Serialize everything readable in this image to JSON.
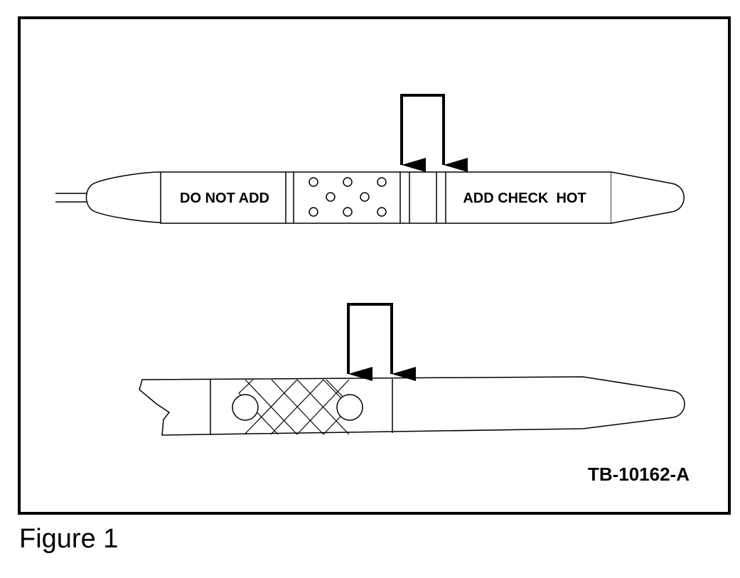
{
  "diagram": {
    "dipstick_top": {
      "label_left": "DO NOT ADD",
      "label_right": "ADD CHECK  HOT"
    },
    "part_code": "TB-10162-A"
  },
  "caption": "Figure 1"
}
